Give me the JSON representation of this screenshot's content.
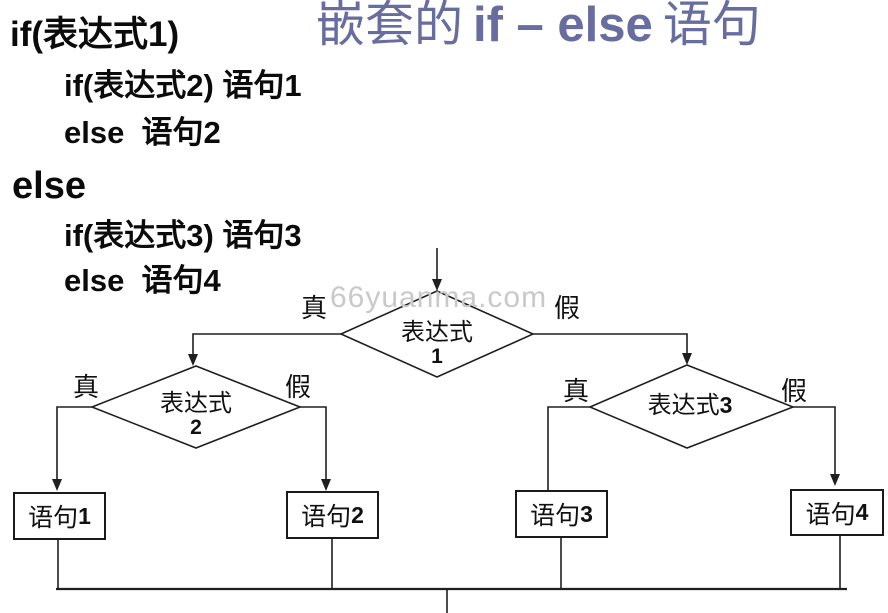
{
  "title": {
    "part1": "嵌套的",
    "part2": "if – else",
    "part3": "语句",
    "color": "#686da0"
  },
  "code": {
    "line1": "if(表达式1)",
    "line2": "if(表达式2) 语句1",
    "line3": "else  语句2",
    "line4": "else",
    "line5": "if(表达式3) 语句3",
    "line6": "else  语句4"
  },
  "watermark": {
    "text": "66yuanma.com",
    "color": "#c9c9c9"
  },
  "flowchart": {
    "true_label": "真",
    "false_label": "假",
    "diamonds": [
      {
        "label": "表达式",
        "num": "1"
      },
      {
        "label": "表达式",
        "num": "2"
      },
      {
        "label": "表达式",
        "num": "3"
      }
    ],
    "boxes": [
      {
        "label": "语句",
        "num": "1"
      },
      {
        "label": "语句",
        "num": "2"
      },
      {
        "label": "语句",
        "num": "3"
      },
      {
        "label": "语句",
        "num": "4"
      }
    ],
    "line_color": "#1f1f1f"
  }
}
